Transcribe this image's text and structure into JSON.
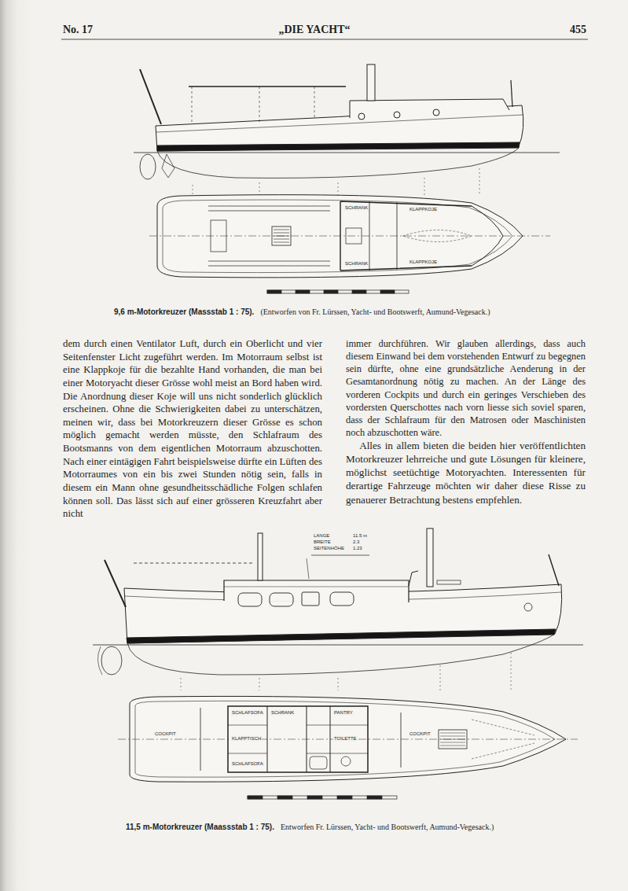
{
  "diagram": {
    "labels": [
      "No. 17",
      "„DIE YACHT“",
      "455",
      "SCHRANK",
      "KLAPPKOJE",
      "SCHRANK",
      "KLAPPKOJE",
      "9,6 m-Motorkreuzer (Massstab 1 : 75).",
      "(Entworfen von Fr. Lürssen, Yacht- und Bootswerft, Aumund-Vegesack.)",
      "dem durch einen Ventilator Luft, durch ein Oberlicht und vier Seitenfenster Licht zugeführt werden. Im Motorraum selbst ist eine Klappkoje für die bezahlte Hand vorhanden, die man bei einer Motoryacht dieser Grösse wohl meist an Bord haben wird. Die Anordnung dieser Koje will uns nicht sonderlich glücklich erscheinen. Ohne die Schwierigkeiten dabei zu unterschätzen, meinen wir, dass bei Motorkreuzern dieser Grösse es schon möglich gemacht werden müsste, den Schlafraum des Bootsmanns von dem eigentlichen Motorraum abzuschotten. Nach einer eintägigen Fahrt beispielsweise dürfte ein Lüften des Motorraumes von ein bis zwei Stunden nötig sein, falls in diesem ein Mann ohne gesundheitsschädliche Folgen schlafen können soll. Das lässt sich auf einer grösseren Kreuzfahrt aber nicht",
      "immer durchführen. Wir glauben allerdings, dass auch diesem Einwand bei dem vorstehenden Entwurf zu begegnen sein dürfte, ohne eine grundsätzliche Aenderung in der Gesamtanordnung nötig zu machen. An der Länge des vorderen Cockpits und durch ein geringes Verschieben des vordersten Querschottes nach vorn liesse sich soviel sparen, dass der Schlafraum für den Matrosen oder Maschinisten noch abzuschotten wäre.",
      "Alles in allem bieten die beiden hier veröffentlichten Motorkreuzer lehrreiche und gute Lösungen für kleinere, möglichst seetüchtige Motoryachten. Interessenten für derartige Fahrzeuge möchten wir daher diese Risse zu genauerer Betrachtung bestens empfehlen.",
      "LANGE",
      "11.5 m",
      "BREITE",
      "2.3",
      "SEITENHÖHE",
      "1.23",
      "SCHLAFSOFA",
      "KLAPPTISCH",
      "SCHLAFSOFA",
      "PANTRY",
      "TOILETTE",
      "COCKPIT",
      "COCKPIT",
      "SCHRANK",
      "11,5 m-Motorkreuzer (Maassstab 1 : 75).",
      "Entworfen Fr. Lürssen, Yacht- und Bootswerft, Aumund-Vegesack.)"
    ]
  }
}
